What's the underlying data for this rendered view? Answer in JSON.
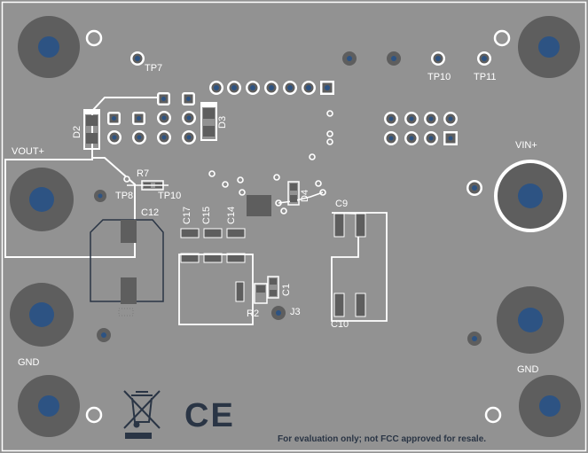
{
  "board": {
    "background_color": "#929292",
    "pad_color": "#5e5e5e",
    "drill_color": "#2d5383",
    "silk_color": "#ffffff",
    "mark_color": "#2a3545"
  },
  "labels": {
    "tp7": "TP7",
    "tp10_top": "TP10",
    "tp11": "TP11",
    "d2": "D2",
    "d3": "D3",
    "d4": "D4",
    "r7": "R7",
    "tp8": "TP8",
    "tp10_mid": "TP10",
    "vout": "VOUT+",
    "vin": "VIN+",
    "c12": "C12",
    "c17": "C17",
    "c15": "C15",
    "c14": "C14",
    "c9": "C9",
    "c1": "C1",
    "r2": "R2",
    "j3": "J3",
    "c10": "C10",
    "gnd_left": "GND",
    "gnd_right": "GND"
  },
  "marks": {
    "ce": "CE",
    "weee_icon": "crossed-out-wheelie-bin-icon"
  },
  "footer_note": "For evaluation only; not FCC approved for resale."
}
